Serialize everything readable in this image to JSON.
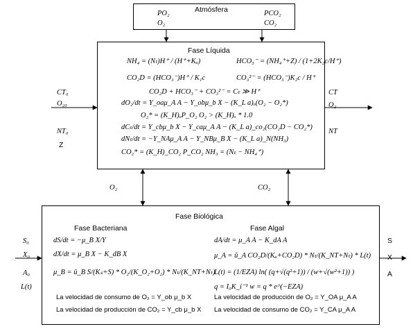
{
  "atmosphere": {
    "title": "Atmósfera",
    "left_top": "PO₂",
    "left_bottom": "O₂",
    "right_top": "PCO₂",
    "right_bottom": "CO₂"
  },
  "liquid": {
    "title": "Fase Líquida",
    "equations": [
      "NH₄ = (Nₜ)H⁺ / (H⁺+Kₐ)",
      "HCO₃⁻ = (NH₄⁺+Z) / (1+2K₂c/H⁺)",
      "CO₂D = (HCO₃⁻)H⁺ / K₁c",
      "CO₃²⁻ = (HCO₃⁻)K₂c / H⁺",
      "CO₂D + HCO₃⁻ + CO₃²⁻ = Cₜ ≫ H⁺",
      "dO₂/dt = Y_oaμ_A A − Y_obμ_b X − (K_L a)ₒ(O₂ − O₂*)",
      "O₂* = (K_H)ₒP_O₂        O₂ > (K_H)ₒ * 1.0",
      "dCₜ/dt = Y_cbμ_b X − Y_caμ_A A − (K_L a)_co₂(CO₂D − CO₂*)",
      "dNₜ/dt = −Y_NAμ_A A − Y_NBμ_B X − (K_L a)_N(NH₃)",
      "CO₂* = (K_H)_CO₂ P_CO₂        NH₃ = (Nₜ − NH₄⁺)"
    ],
    "inputs_left": [
      "CT₀",
      "O₂₀",
      "NT₀",
      "Z"
    ],
    "outputs_right": [
      "CT",
      "O₂",
      "NT"
    ]
  },
  "exchange": {
    "left": "O₂",
    "right": "CO₂"
  },
  "bio": {
    "title": "Fase Biológica",
    "bacterial": {
      "title": "Fase Bacteriana",
      "equations": [
        "dS/dt = −μ_B X/Y",
        "dX/dt = μ_B X − K_dB X",
        "μ_B = û_B S/(Kₛ+S) * O₂/(K_O₂+O₂) * Nₜ/(K_NT+Nₜ)"
      ],
      "rate_o2": "La velocidad de consumo de O₂ = Y_ob μ_b X",
      "rate_co2": "La velocidad de producción de CO₂ = Y_cb μ_b X"
    },
    "algal": {
      "title": "Fase Algal",
      "equations": [
        "dA/dt = μ_A A − K_dA A",
        "μ_A = û_A CO₂D/(Kₐ+CO₂D) * Nₜ/(K_NT+Nₜ) * L(t)",
        "L(t) = (1/EZA) ln( (q+√(q²+1)) / (w+√(w²+1)) )",
        "q = I₀K_i⁻¹        w = q * e^(−EZA)"
      ],
      "rate_o2": "La velocidad de producción de O₂ = Y_OA μ_A A",
      "rate_co2": "La velocidad de consumo de CO₂ = Y_CA μ_A A"
    },
    "inputs_left": [
      "S₀",
      "X₀",
      "A₀",
      "L(t)"
    ],
    "outputs_right": [
      "S",
      "X",
      "A"
    ]
  }
}
